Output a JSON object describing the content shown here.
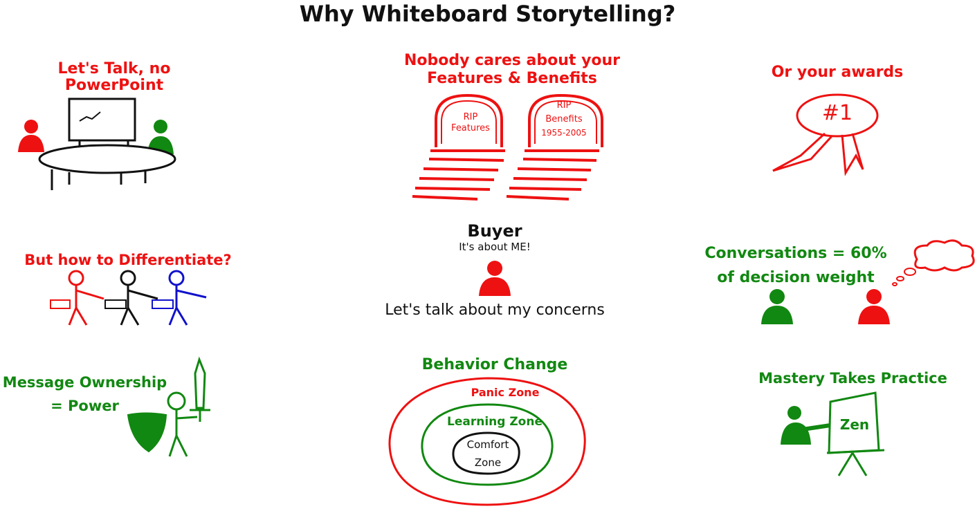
{
  "title": "Why Whiteboard Storytelling?",
  "colors": {
    "red": "#ee1111",
    "green": "#118811",
    "blue": "#1111cc",
    "black": "#111111"
  },
  "panels": {
    "talk": {
      "line1": "Let's Talk, no",
      "line2": "PowerPoint"
    },
    "features": {
      "line1": "Nobody cares about your",
      "line2": "Features & Benefits",
      "stone1": [
        "RIP",
        "Features"
      ],
      "stone2": [
        "RIP",
        "Benefits",
        "1955-2005"
      ]
    },
    "awards": {
      "label": "Or your awards",
      "badge": "#1"
    },
    "differentiate": {
      "label": "But how to Differentiate?"
    },
    "buyer": {
      "title": "Buyer",
      "subtitle": "It's about ME!",
      "caption": "Let's talk about my concerns"
    },
    "conversations": {
      "line1": "Conversations = 60%",
      "line2": "of decision weight"
    },
    "ownership": {
      "line1": "Message Ownership",
      "line2": "= Power"
    },
    "behavior": {
      "title": "Behavior Change",
      "panic": "Panic Zone",
      "learning": "Learning Zone",
      "comfort1": "Comfort",
      "comfort2": "Zone"
    },
    "mastery": {
      "label": "Mastery Takes Practice",
      "board": "Zen"
    }
  }
}
